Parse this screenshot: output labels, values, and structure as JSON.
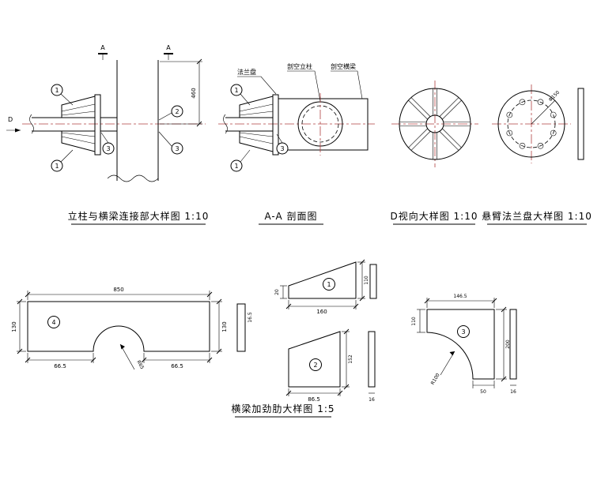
{
  "colors": {
    "line": "#000000",
    "centerline": "#b04040",
    "background": "#ffffff"
  },
  "titles": {
    "connection": "立柱与横梁连接部大样图 1:10",
    "section": "A-A 剖面图",
    "view_d": "D视向大样图 1:10",
    "flange": "悬臂法兰盘大样图 1:10",
    "stiffener": "横梁加劲肋大样图 1:5"
  },
  "view1": {
    "direction_label": "D",
    "section_mark": "A",
    "dim_height": "460",
    "bubbles": {
      "top_left": "1",
      "right": "2",
      "mid": "3",
      "right_low": "3",
      "bottom_left": "1"
    }
  },
  "view2": {
    "label_flange": "法兰盘",
    "label_column": "剖空立柱",
    "label_beam": "剖空横梁",
    "bubbles": {
      "top": "1",
      "mid": "3",
      "bottom": "1"
    }
  },
  "view4": {
    "dim_diameter": "Φ150"
  },
  "parts": {
    "p1": {
      "num": "1",
      "dim_left": "20",
      "dim_right": "110",
      "dim_bottom": "160"
    },
    "p2": {
      "num": "2",
      "dim_right": "152",
      "dim_bottom": "86.5",
      "side_dim": "16"
    },
    "p3": {
      "num": "3",
      "dim_top": "146.5",
      "dim_left": "110",
      "dim_right": "200",
      "dim_bottom": "50",
      "dim_radius": "R100",
      "side_dim": "16"
    },
    "p4": {
      "num": "4",
      "dim_top": "850",
      "dim_left": "130",
      "dim_right": "130",
      "dim_bottom_left": "66.5",
      "dim_bottom_right": "66.5",
      "dim_radius": "R65",
      "side_dim": "16.5"
    }
  }
}
